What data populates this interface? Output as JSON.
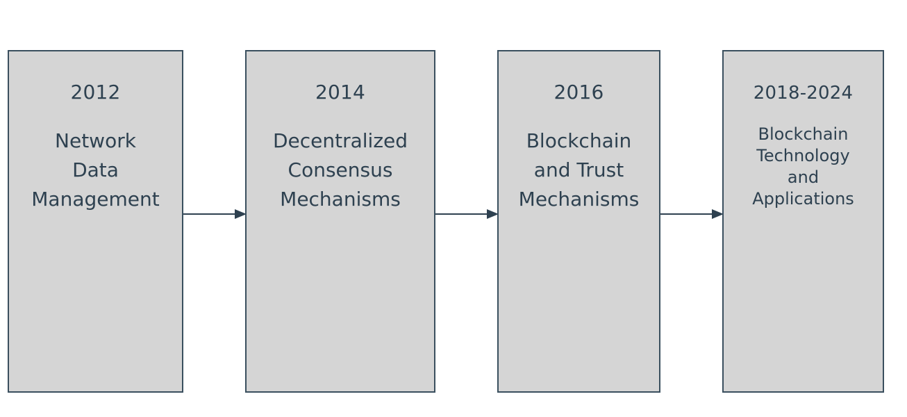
{
  "diagram": {
    "type": "timeline-flow",
    "orientation": "left-to-right",
    "background_color": "#FFFFFF",
    "node_fill_color": "#D5D5D5",
    "node_border_color": "#3A4F5E",
    "text_color": "#2E4150",
    "arrow_color": "#2E4150",
    "nodes": [
      {
        "id": "node-1",
        "year": "2012",
        "label": "Network\nData\nManagement"
      },
      {
        "id": "node-2",
        "year": "2014",
        "label": "Decentralized\nConsensus\nMechanisms"
      },
      {
        "id": "node-3",
        "year": "2016",
        "label": "Blockchain\nand Trust\nMechanisms"
      },
      {
        "id": "node-4",
        "year": "2018-2024",
        "label": "Blockchain\nTechnology\nand\nApplications"
      }
    ],
    "connectors": [
      {
        "id": "conn-1",
        "from": "node-1",
        "to": "node-2",
        "style": "arrow"
      },
      {
        "id": "conn-2",
        "from": "node-2",
        "to": "node-3",
        "style": "arrow"
      },
      {
        "id": "conn-3",
        "from": "node-3",
        "to": "node-4",
        "style": "arrow"
      }
    ]
  }
}
